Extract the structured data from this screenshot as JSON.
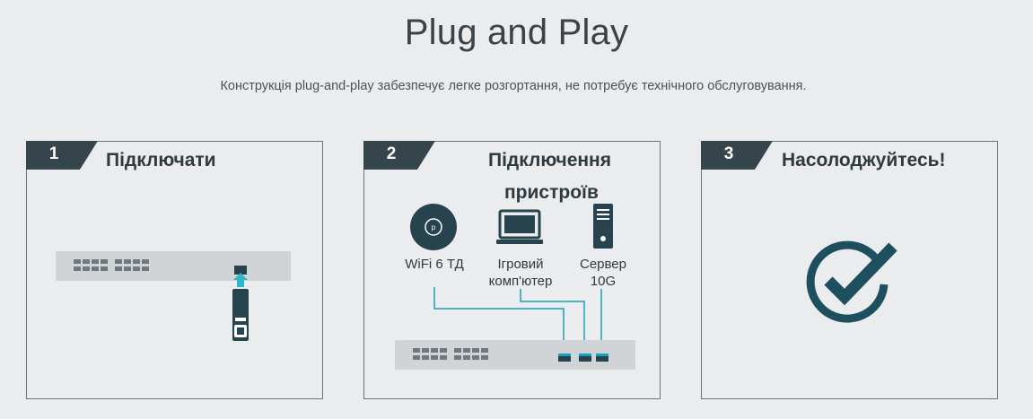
{
  "header": {
    "title": "Plug and Play",
    "subtitle": "Конструкція plug-and-play забезпечує легке розгортання, не потребує технічного обслуговування."
  },
  "colors": {
    "tab": "#36444c",
    "accent": "#17a2b8",
    "device_dark": "#27434e",
    "switch": "#d1d4d6",
    "background": "#ebeced"
  },
  "steps": [
    {
      "number": "1",
      "title": "Підключати"
    },
    {
      "number": "2",
      "title_line1": "Підключення",
      "title_line2": "пристроїв"
    },
    {
      "number": "3",
      "title": "Насолоджуйтесь!"
    }
  ],
  "devices": [
    {
      "icon": "access-point-icon",
      "label": "WiFi 6 ТД"
    },
    {
      "icon": "laptop-icon",
      "label_line1": "Ігровий",
      "label_line2": "комп'ютер"
    },
    {
      "icon": "server-icon",
      "label_line1": "Сервер",
      "label_line2": "10G"
    }
  ],
  "icons": {
    "card1": [
      "switch-icon",
      "sfp-module-icon",
      "arrow-up-icon"
    ],
    "card2": [
      "switch-icon",
      "cable-lines-icon"
    ],
    "card3": [
      "checkmark-circle-icon"
    ]
  }
}
